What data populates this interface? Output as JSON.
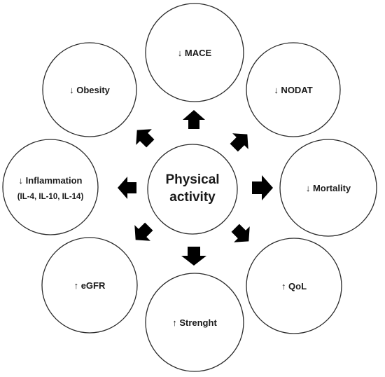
{
  "center": {
    "line1": "Physical",
    "line2": "activity"
  },
  "outcomes": {
    "mace": "↓ MACE",
    "nodat": "↓ NODAT",
    "mortality": "↓ Mortality",
    "qol": "↑ QoL",
    "strength": "↑ Strenght",
    "egfr": "↑ eGFR",
    "inflammation": "↓ Inflammation",
    "inflammation_detail": "(IL-4, IL-10, IL-14)",
    "obesity": "↓ Obesity"
  },
  "colors": {
    "arrow": "#000000",
    "outline": "#2b2b2b",
    "text": "#1a1a1a"
  }
}
